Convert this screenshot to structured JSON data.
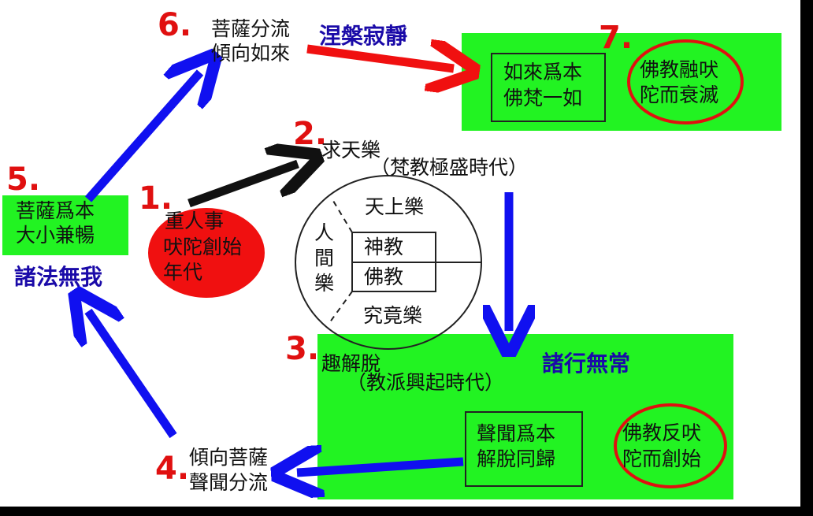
{
  "diagram": {
    "nodes": {
      "n1": {
        "num": "1.",
        "lines": [
          "重人事",
          "吠陀創始",
          "年代"
        ]
      },
      "n2": {
        "num": "2.",
        "lines": [
          "求天樂",
          "（梵教極盛時代）"
        ]
      },
      "n3": {
        "num": "3.",
        "lines": [
          "趣解脫",
          "（教派興起時代）"
        ]
      },
      "n4": {
        "num": "4.",
        "lines": [
          "傾向菩薩",
          "聲聞分流"
        ]
      },
      "n5": {
        "num": "5.",
        "lines": [
          "菩薩爲本",
          "大小兼暢"
        ]
      },
      "n6": {
        "num": "6.",
        "lines": [
          "菩薩分流",
          "傾向如來"
        ]
      },
      "n7": {
        "num": "7."
      }
    },
    "titles": {
      "all_dharmas_no_self": "諸法無我",
      "nirvana_tranquil": "涅槃寂靜",
      "impermanence": "諸行無常"
    },
    "boxes": {
      "tathagata": [
        "如來爲本",
        "佛梵一如"
      ],
      "sravaka": [
        "聲聞爲本",
        "解脫同歸"
      ]
    },
    "circled": {
      "decline": [
        "佛教融吠",
        "陀而衰滅"
      ],
      "founded": [
        "佛教反吠",
        "陀而創始"
      ]
    },
    "circle_diagram": {
      "top": "天上樂",
      "left": [
        "人",
        "間",
        "樂"
      ],
      "middle1": "神教",
      "middle2": "佛教",
      "bottom": "究竟樂"
    },
    "colors": {
      "green": "#22f322",
      "red": "#e01010",
      "blue_arrow": "#1010f0",
      "title_blue": "#1a0aa8"
    }
  }
}
